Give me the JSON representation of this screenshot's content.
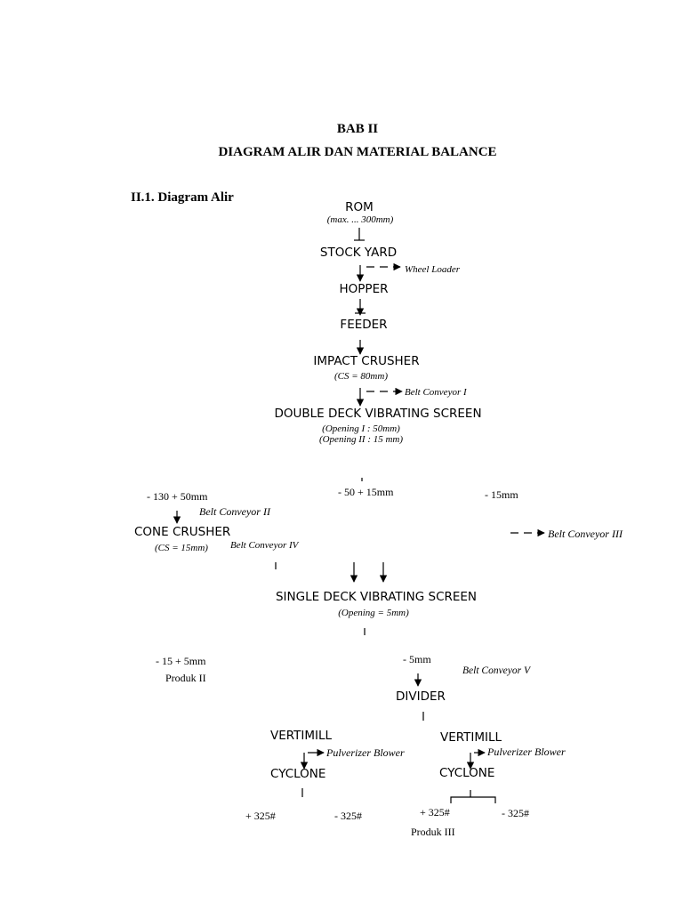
{
  "heading": {
    "chapter": "BAB II",
    "title": "DIAGRAM ALIR DAN MATERIAL BALANCE",
    "section": "II.1. Diagram Alir"
  },
  "nodes": {
    "rom": "ROM",
    "rom_note": "(max. ... 300mm)",
    "stock_yard": "STOCK YARD",
    "hopper": "HOPPER",
    "feeder": "FEEDER",
    "impact_crusher": "IMPACT CRUSHER",
    "impact_note": "(CS = 80mm)",
    "double_deck": "DOUBLE DECK VIBRATING SCREEN",
    "double_deck_note1": "(Opening I : 50mm)",
    "double_deck_note2": "(Opening II : 15 mm)",
    "cone_crusher": "CONE CRUSHER",
    "cone_note": "(CS = 15mm)",
    "single_deck": "SINGLE DECK VIBRATING SCREEN",
    "single_deck_note": "(Opening = 5mm)",
    "divider": "DIVIDER",
    "vertimill_left": "VERTIMILL",
    "vertimill_right": "VERTIMILL",
    "cyclone_left": "CYCLONE",
    "cyclone_right": "CYCLONE"
  },
  "equipment": {
    "wheel_loader": "Wheel Loader",
    "belt_conveyor_1": "Belt Conveyor I",
    "belt_conveyor_2": "Belt Conveyor II",
    "belt_conveyor_3": "Belt Conveyor III",
    "belt_conveyor_4": "Belt Conveyor IV",
    "belt_conveyor_5": "Belt Conveyor V",
    "pulverizer_left": "Pulverizer Blower",
    "pulverizer_right": "Pulverizer Blower"
  },
  "sizes": {
    "oversize_1": "- 130 + 50mm",
    "middle_1": "- 50 + 15mm",
    "undersize_1": "- 15mm",
    "oversize_2": "- 15 + 5mm",
    "undersize_2": "- 5mm",
    "product_2": "Produk II",
    "plus_left": "+ 325#",
    "minus_left": "- 325#",
    "plus_right": "+ 325#",
    "minus_right": "- 325#",
    "product_3": "Produk III"
  }
}
